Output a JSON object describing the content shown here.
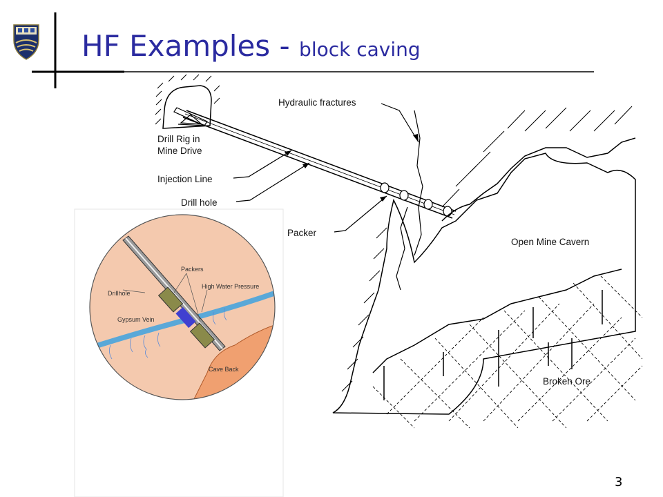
{
  "slide": {
    "title_main": "HF Examples - ",
    "title_sub": "block caving",
    "page_number": "3"
  },
  "diagram": {
    "labels": {
      "hydraulic_fractures": "Hydraulic fractures",
      "drill_rig_line1": "Drill Rig in",
      "drill_rig_line2": "Mine Drive",
      "injection_line": "Injection Line",
      "drill_hole": "Drill hole",
      "packer": "Packer",
      "open_mine_cavern": "Open Mine Cavern",
      "broken_ore": "Broken Ore"
    },
    "inset_labels": {
      "packers": "Packers",
      "high_water_pressure": "High Water Pressure",
      "drillhole": "Drillhole",
      "gypsum_vein": "Gypsum Vein",
      "cave_back": "Cave Back"
    }
  },
  "colors": {
    "title": "#2b2ba0",
    "inset_rock": "#f4c9ae",
    "cave_back": "#f0a070",
    "vein": "#5aa8d8",
    "pressure_zone": "#4040d0"
  }
}
